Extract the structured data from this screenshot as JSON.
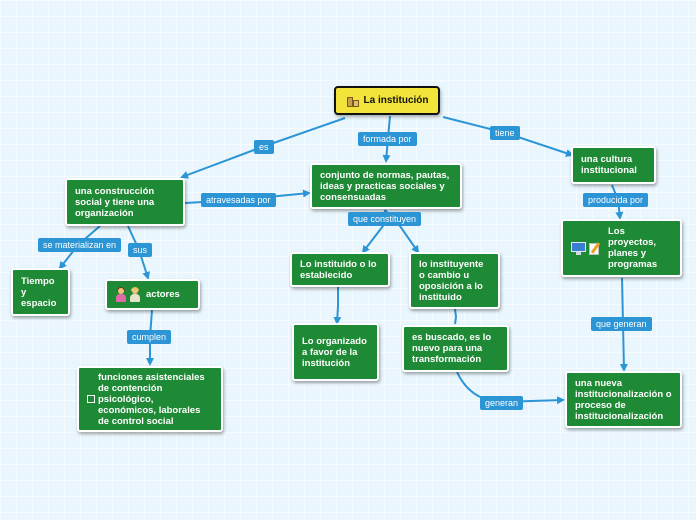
{
  "root": {
    "label": "La institución",
    "icon": "office-building-icon"
  },
  "nodes": {
    "construccion": "una construcción social y tiene una organización",
    "conjunto": "conjunto de normas, pautas, ideas y practicas sociales y consensuadas",
    "cultura": "una cultura institucional",
    "tiempo": "Tiempo y espacio",
    "actores": "actores",
    "funciones": "funciones asistenciales de contención psicológico, económicos, laborales de control social",
    "instituido": "Lo instituido o lo establecido",
    "organizado": "Lo organizado a favor de la institución",
    "instituyente": "lo instituyente o cambio u oposición a lo instituido",
    "buscado": "es buscado, es lo nuevo para una transformación",
    "proyectos": "Los proyectos, planes y programas",
    "nueva": "una nueva institucionalización o proceso de institucionalización"
  },
  "links": {
    "es": "es",
    "formada_por": "formada por",
    "tiene": "tiene",
    "atravesadas_por": "atravesadas por",
    "que_constituyen": "que constituyen",
    "se_materializan_en": "se materializan en",
    "sus": "sus",
    "cumplen": "cumplen",
    "producida_por": "producida por",
    "que_generan": "que generan",
    "generan": "generan"
  },
  "colors": {
    "node": "#1f8a35",
    "root": "#f2e43a",
    "connector": "#2c95d6",
    "background": "#e9f6fd"
  }
}
